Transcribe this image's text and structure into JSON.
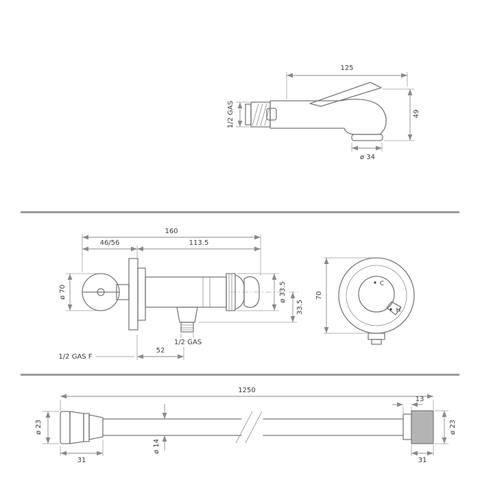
{
  "colors": {
    "outline": "#787878",
    "dimension_line": "#8a8a8a",
    "text": "#3b3b3b",
    "divider": "#9c9c9c",
    "right_nut_fill": "#b4b4b4",
    "background": "#ffffff"
  },
  "spray": {
    "length": "125",
    "height": "49",
    "nozzle_diameter": "ø 34",
    "inlet_thread": "1/2 GAS"
  },
  "mixer": {
    "total_length": "160",
    "wall_range": "46/56",
    "body_length": "113.5",
    "handle_diameter": "ø 70",
    "cone_diameter": "ø 33.5",
    "outlet_drop": "33.5",
    "outlet_offset": "52",
    "outlet_thread": "1/2 GAS",
    "inlet_thread": "1/2 GAS F",
    "front_diameter": "70",
    "cold_mark": "C",
    "hot_mark": "H"
  },
  "hose": {
    "length": "1250",
    "left_nut_diameter": "ø 23",
    "left_nut_length": "31",
    "tube_diameter": "ø 14",
    "right_collar_width": "13",
    "right_nut_diameter": "ø 23",
    "right_nut_length": "31"
  }
}
